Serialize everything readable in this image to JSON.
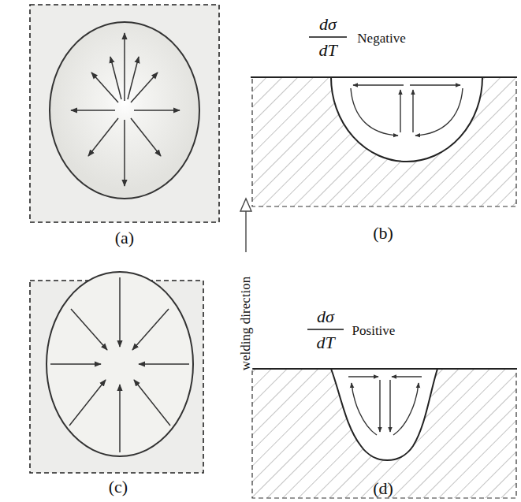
{
  "diagram": {
    "labels": [
      "(a)",
      "welding direction",
      "dσ",
      "dT",
      "Negative",
      "(b)",
      "(c)",
      "dσ",
      "dT",
      "Positive",
      "(d)"
    ]
  }
}
